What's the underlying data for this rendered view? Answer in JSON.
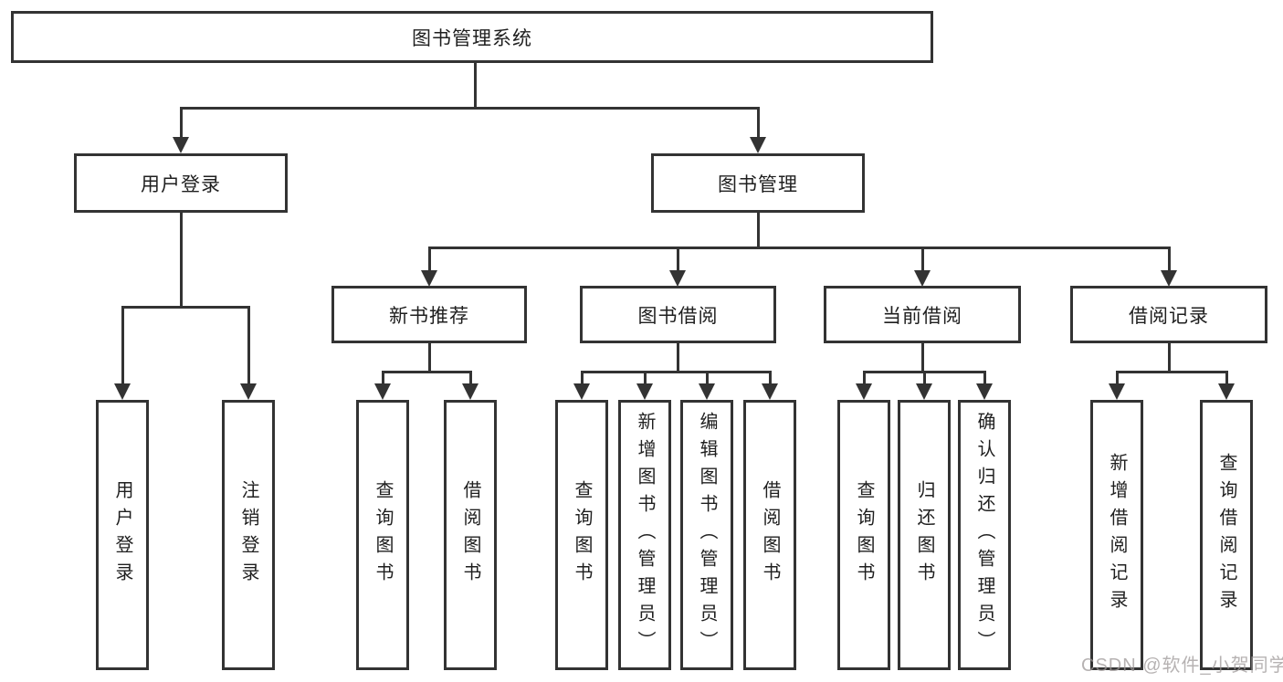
{
  "diagram": {
    "type": "tree",
    "root": {
      "label": "图书管理系统"
    },
    "level2": [
      {
        "label": "用户登录"
      },
      {
        "label": "图书管理"
      }
    ],
    "level3": [
      {
        "label": "新书推荐"
      },
      {
        "label": "图书借阅"
      },
      {
        "label": "当前借阅"
      },
      {
        "label": "借阅记录"
      }
    ],
    "leaves": {
      "login": [
        "用户登录",
        "注销登录"
      ],
      "recommend": [
        "查询图书",
        "借阅图书"
      ],
      "borrow": [
        "查询图书",
        "新增图书（管理员）",
        "编辑图书（管理员）",
        "借阅图书"
      ],
      "current": [
        "查询图书",
        "归还图书",
        "确认归还（管理员）"
      ],
      "records": [
        "新增借阅记录",
        "查询借阅记录"
      ]
    },
    "edges": [
      [
        "图书管理系统",
        "用户登录"
      ],
      [
        "图书管理系统",
        "图书管理"
      ],
      [
        "用户登录",
        "用户登录"
      ],
      [
        "用户登录",
        "注销登录"
      ],
      [
        "图书管理",
        "新书推荐"
      ],
      [
        "图书管理",
        "图书借阅"
      ],
      [
        "图书管理",
        "当前借阅"
      ],
      [
        "图书管理",
        "借阅记录"
      ],
      [
        "新书推荐",
        "查询图书"
      ],
      [
        "新书推荐",
        "借阅图书"
      ],
      [
        "图书借阅",
        "查询图书"
      ],
      [
        "图书借阅",
        "新增图书（管理员）"
      ],
      [
        "图书借阅",
        "编辑图书（管理员）"
      ],
      [
        "图书借阅",
        "借阅图书"
      ],
      [
        "当前借阅",
        "查询图书"
      ],
      [
        "当前借阅",
        "归还图书"
      ],
      [
        "当前借阅",
        "确认归还（管理员）"
      ],
      [
        "借阅记录",
        "新增借阅记录"
      ],
      [
        "借阅记录",
        "查询借阅记录"
      ]
    ],
    "watermark": "CSDN @软件_小贺同学",
    "colors": {
      "line": "#333333",
      "text": "#1f1f1f",
      "watermark": "#b6b0b0",
      "background": "#ffffff"
    }
  }
}
